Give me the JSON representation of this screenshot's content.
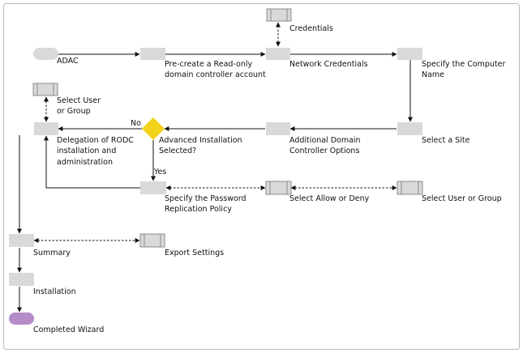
{
  "colors": {
    "step_fill": "#d9d9d9",
    "start_fill": "#d9d9d9",
    "end_fill": "#b48cc8",
    "decision_fill": "#f2d21b",
    "line": "#111111",
    "border": "#b8b8b8"
  },
  "labels": {
    "adac": "ADAC",
    "precreate_1": "Pre-create a Read-only",
    "precreate_2": "domain controller account",
    "credentials": "Credentials",
    "network_credentials": "Network Credentials",
    "specify_computer_1": "Specify the Computer",
    "specify_computer_2": "Name",
    "select_user_group_1": "Select User",
    "select_user_group_2": "or Group",
    "delegation_1": "Delegation of RODC",
    "delegation_2": "installation and",
    "delegation_3": "administration",
    "decision_no": "No",
    "advanced_install_1": "Advanced Installation",
    "advanced_install_2": "Selected?",
    "additional_options_1": "Additional Domain",
    "additional_options_2": "Controller Options",
    "select_site": "Select a Site",
    "decision_yes": "Yes",
    "password_policy_1": "Specify the Password",
    "password_policy_2": "Replication Policy",
    "allow_deny": "Select Allow or Deny",
    "select_user_group_right": "Select User or Group",
    "summary": "Summary",
    "export_settings": "Export Settings",
    "installation": "Installation",
    "completed": "Completed Wizard"
  }
}
